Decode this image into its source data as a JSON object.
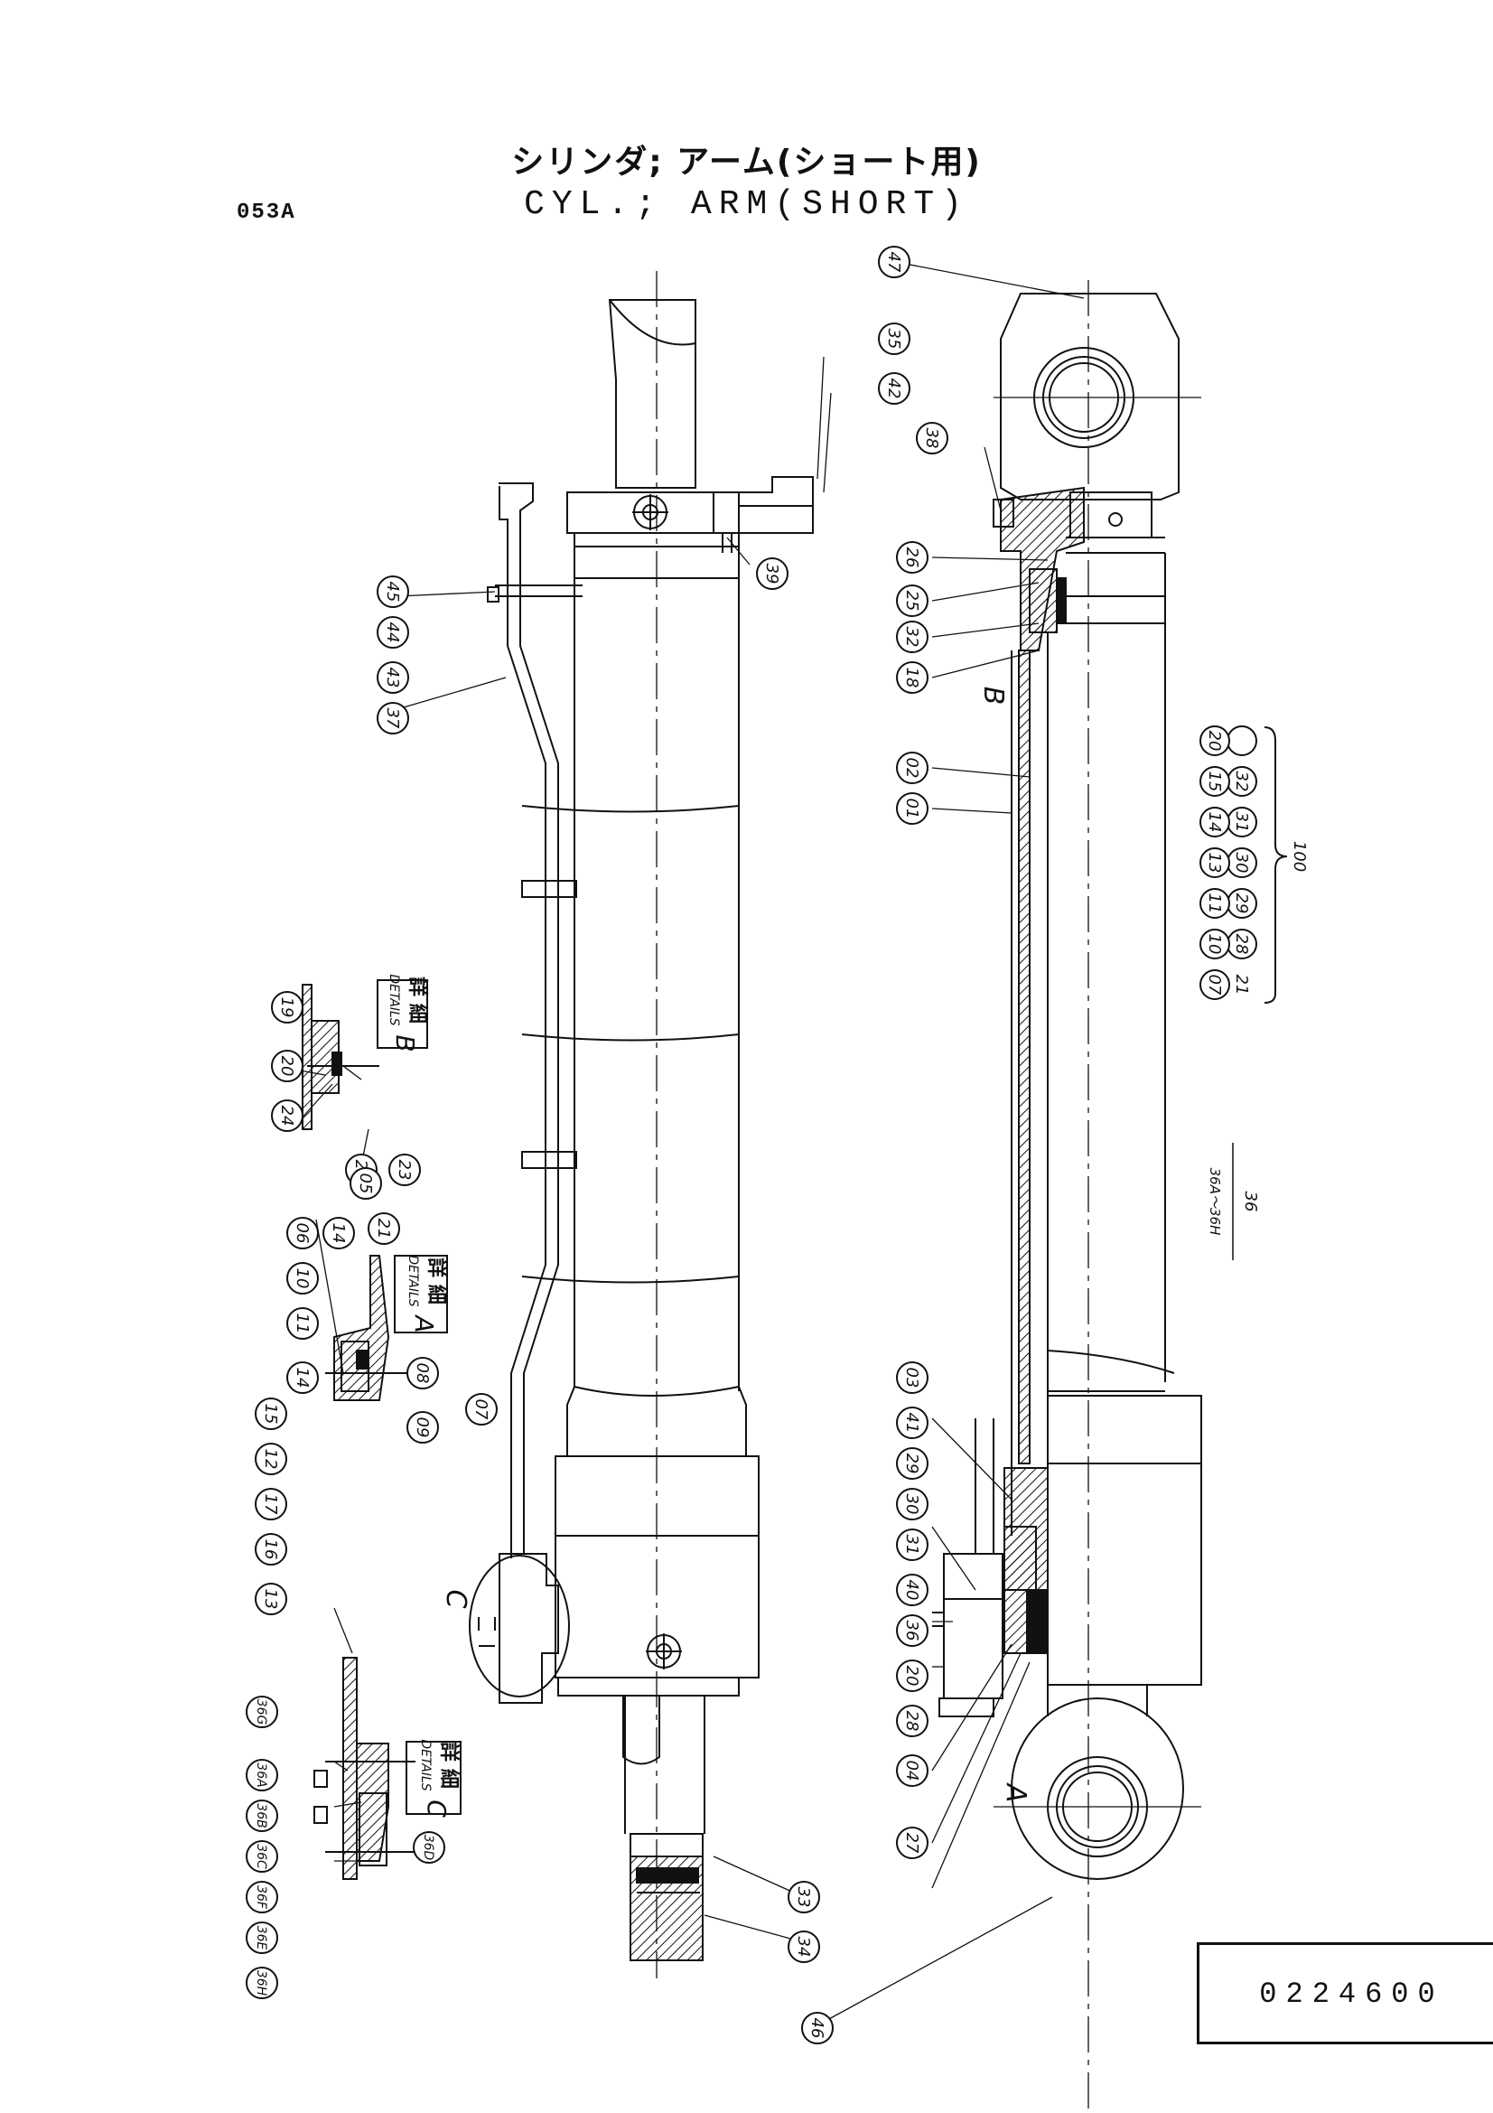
{
  "title_jp": "シリンダ; アーム(ショート用)",
  "title_en": "CYL.; ARM(SHORT)",
  "section_code": "053A",
  "part_number": "0224600",
  "callouts": {
    "c47": "47",
    "c35": "35",
    "c42": "42",
    "c38": "38",
    "c39": "39",
    "c26": "26",
    "c25": "25",
    "c32": "32",
    "c18": "18",
    "c02": "02",
    "c01": "01",
    "c43": "43",
    "c44": "44",
    "c45": "45",
    "c37": "37",
    "c33": "33",
    "c34": "34",
    "c46": "46",
    "c03": "03",
    "c41": "41",
    "c29": "29",
    "c30": "30",
    "c31": "31",
    "c40": "40",
    "c36": "36",
    "c20": "20",
    "c28": "28",
    "c04": "04",
    "c27": "27",
    "c19": "19",
    "c24": "24",
    "c22": "22",
    "c23": "23",
    "c21": "21",
    "c05": "05",
    "c14": "14",
    "c06": "06",
    "c10": "10",
    "c11": "11",
    "c15": "15",
    "c12": "12",
    "c17": "17",
    "c16": "16",
    "c13": "13",
    "c08": "08",
    "c09": "09",
    "c07": "07",
    "c36G": "36G",
    "c36A": "36A",
    "c36B": "36B",
    "c36C": "36C",
    "c36F": "36F",
    "c36E": "36E",
    "c36H": "36H",
    "c36D": "36D"
  },
  "kit_group": {
    "col1": [
      "07",
      "21"
    ],
    "col2": [
      "10",
      "28"
    ],
    "col3": [
      "11",
      "29"
    ],
    "col4": [
      "13",
      "30"
    ],
    "col5": [
      "14",
      "31"
    ],
    "col6": [
      "15",
      "32"
    ],
    "col7": [
      "20",
      ""
    ],
    "number": "100"
  },
  "group36": {
    "range": "36A～36H",
    "number": "36"
  },
  "detail_labels": {
    "detail_b_jp": "詳 細",
    "detail_b_en": "DETAILS",
    "detail_b_letter": "B",
    "detail_a_jp": "詳 細",
    "detail_a_en": "DETAILS",
    "detail_a_letter": "A",
    "detail_c_jp": "詳 細",
    "detail_c_en": "DETAILS",
    "detail_c_letter": "C"
  },
  "section_markers": {
    "a": "A",
    "b": "B",
    "c": "C"
  }
}
